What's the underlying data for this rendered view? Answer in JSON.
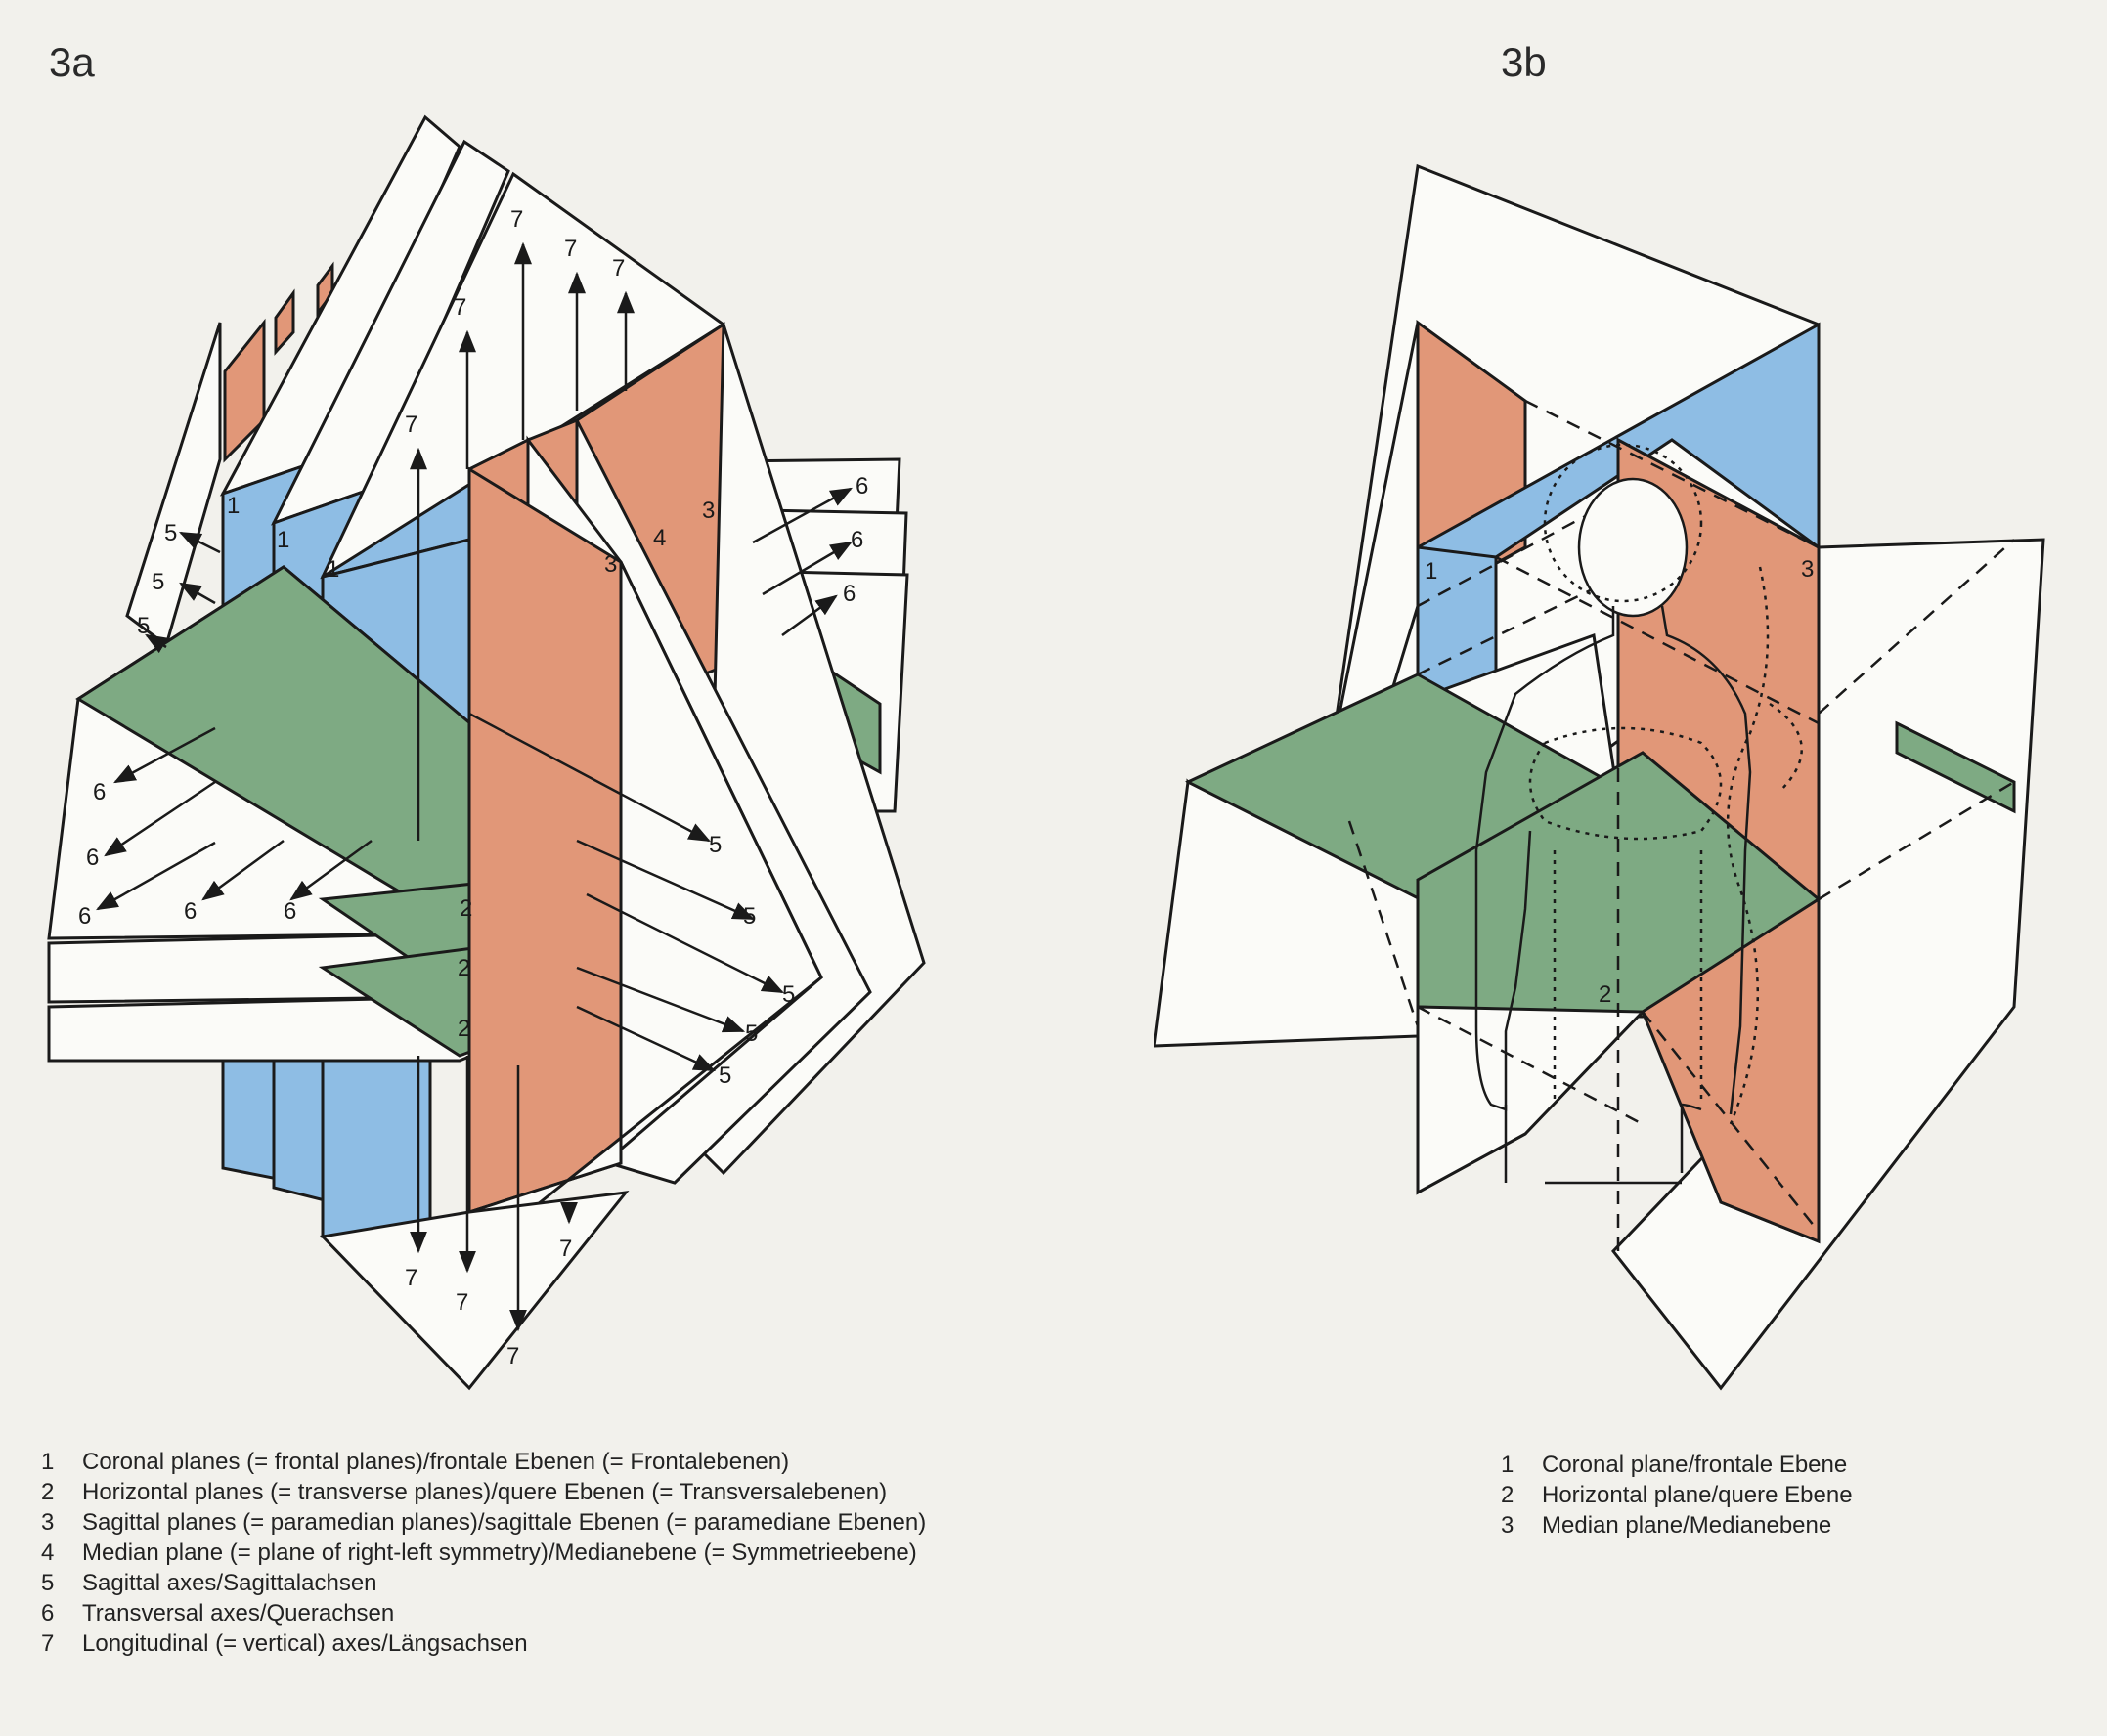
{
  "colors": {
    "background": "#f2f1ec",
    "coronal_blue": "#8ebde4",
    "sagittal_orange": "#e19778",
    "horizontal_green": "#7eaa83",
    "outline": "#1a1a1a",
    "plane_white": "#fbfbf8"
  },
  "figure_a": {
    "label": "3a",
    "plane_numbers": {
      "coronal": "1",
      "horizontal": "2",
      "sagittal": "3",
      "median": "4"
    },
    "axis_numbers": {
      "sagittal": "5",
      "transversal": "6",
      "longitudinal": "7"
    },
    "legend": [
      {
        "num": "1",
        "text": "Coronal planes (= frontal planes)/frontale Ebenen (= Frontalebenen)"
      },
      {
        "num": "2",
        "text": "Horizontal planes (= transverse planes)/quere Ebenen (= Transversalebenen)"
      },
      {
        "num": "3",
        "text": "Sagittal planes (= paramedian planes)/sagittale Ebenen (= paramediane Ebenen)"
      },
      {
        "num": "4",
        "text": "Median plane (= plane of right-left symmetry)/Medianebene (= Symmetrieebene)"
      },
      {
        "num": "5",
        "text": "Sagittal axes/Sagittalachsen"
      },
      {
        "num": "6",
        "text": "Transversal axes/Querachsen"
      },
      {
        "num": "7",
        "text": "Longitudinal (= vertical) axes/Längsachsen"
      }
    ]
  },
  "figure_b": {
    "label": "3b",
    "plane_numbers": {
      "coronal": "1",
      "horizontal": "2",
      "median": "3"
    },
    "legend": [
      {
        "num": "1",
        "text": "Coronal plane/frontale Ebene"
      },
      {
        "num": "2",
        "text": "Horizontal plane/quere Ebene"
      },
      {
        "num": "3",
        "text": "Median plane/Medianebene"
      }
    ]
  }
}
